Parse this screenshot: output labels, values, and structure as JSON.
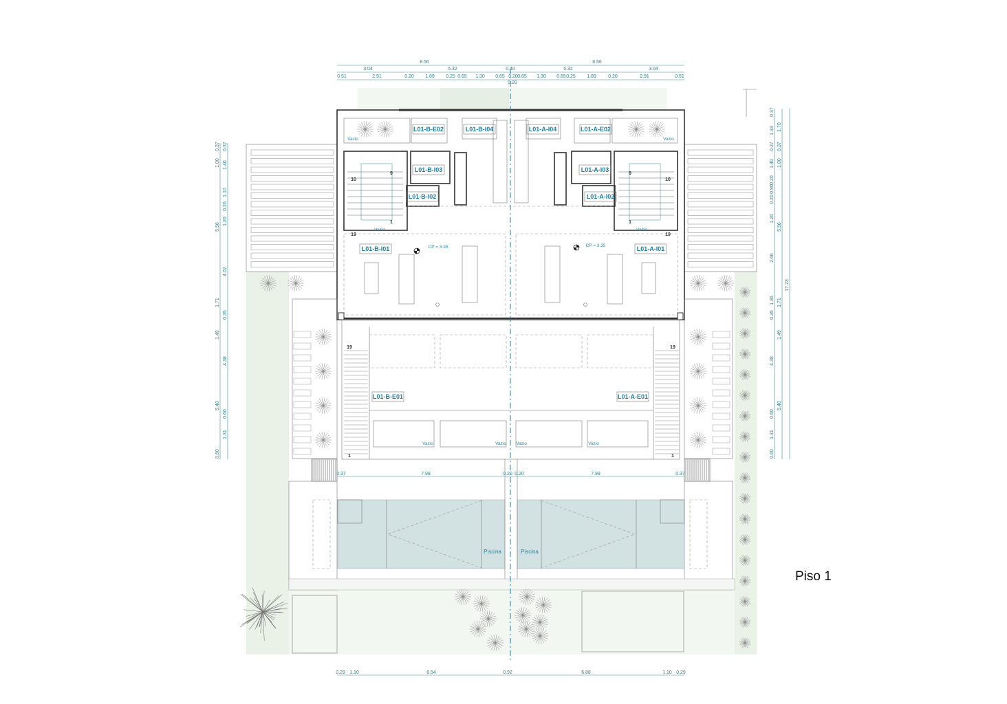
{
  "title": "Piso 1",
  "dimensions": {
    "top_total": [
      "8.56",
      "8.56"
    ],
    "top_mid": [
      "3.04",
      "5.32",
      "0.40",
      "5.32",
      "3.04"
    ],
    "top_detail": [
      "0.51",
      "2.91",
      "0.20",
      "1.89",
      "0.25",
      "0.65",
      "1.30",
      "0.65",
      "0.20",
      "0.65",
      "1.30",
      "0.65",
      "0.25",
      "1.89",
      "0.20",
      "2.91",
      "0.51"
    ],
    "top_sub": "0.20",
    "left_outer": [
      "0.37",
      "1.00",
      "5.56",
      "1.71",
      "1.49",
      "5.40",
      "0.60"
    ],
    "left_inner": [
      "0.37",
      "1.40",
      "1.10",
      "0.20",
      "1.20",
      "4.02",
      "0.35",
      "4.38",
      "0.60",
      "1.31"
    ],
    "right_inner": [
      "0.37",
      "1.33",
      "0.37",
      "1.40",
      "0.20",
      "0.90",
      "0.20",
      "1.20",
      "2.66",
      "1.36",
      "0.35",
      "4.38",
      "0.60",
      "1.31",
      "0.60"
    ],
    "right_mid": [
      "1.70",
      "0.37",
      "1.00",
      "5.56",
      "1.71",
      "1.49",
      "5.40"
    ],
    "right_total": "17.23",
    "terrace": [
      "0.37",
      "7.99",
      "0.20",
      "0.20",
      "7.99",
      "0.37"
    ],
    "bottom": [
      "0.29",
      "1.10",
      "6.54",
      "0.92",
      "6.88",
      "1.10",
      "0.29"
    ]
  },
  "rooms": {
    "b_e02": "L01-B-E02",
    "b_i04": "L01-B-I04",
    "b_i03": "L01-B-I03",
    "b_i02": "L01-B-I02",
    "b_i01": "L01-B-I01",
    "b_e01": "L01-B-E01",
    "a_i04": "L01-A-I04",
    "a_e02": "L01-A-E02",
    "a_i03": "L01-A-I03",
    "a_i02": "L01-A-I02",
    "a_i01": "L01-A-I01",
    "a_e01": "L01-A-E01"
  },
  "labels": {
    "vazio": "Vazio",
    "piscina": "Piscina",
    "cp": "CP = 3.35"
  },
  "stairs": {
    "upper_start": "1",
    "upper_mid_a": "9",
    "upper_mid_b": "10",
    "upper_end": "19",
    "lower_start": "1",
    "lower_end": "19"
  },
  "colors": {
    "annotation": "#1f7fa5",
    "pool": "#d2e2e2",
    "landscape": "#eaf2e8",
    "walls": "#333333"
  }
}
